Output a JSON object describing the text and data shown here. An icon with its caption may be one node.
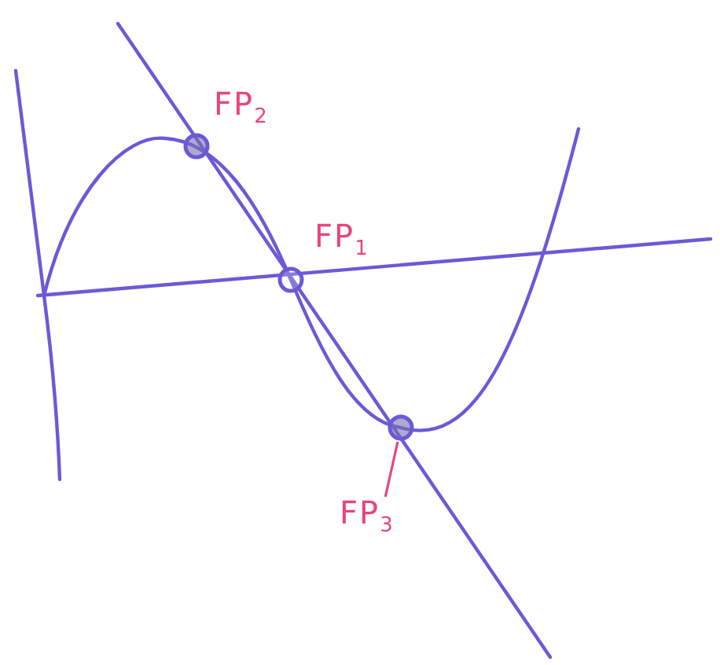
{
  "diagram": {
    "nodes": [
      {
        "text": [
          "FP$_{3}$"
        ]
      },
      {
        "text": [],
        "shape": "circle"
      }
    ],
    "edges": [
      {
        "from": 0,
        "to": 1,
        "arrow": "none"
      }
    ],
    "labels": [
      "FP$_{2}$",
      "FP$_{1}$"
    ]
  }
}
